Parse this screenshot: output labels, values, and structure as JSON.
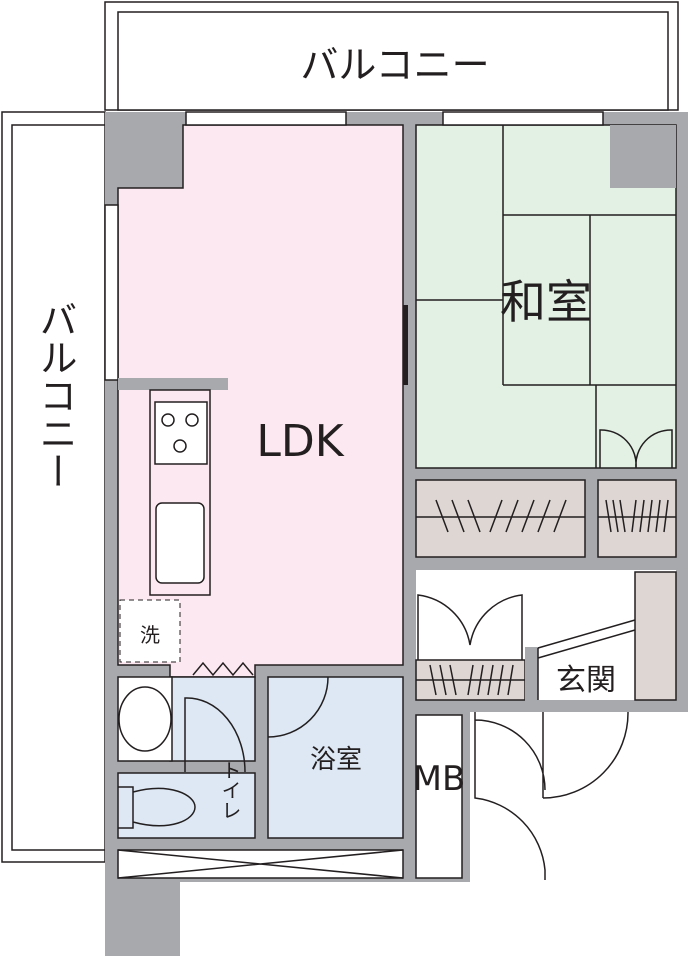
{
  "floor_plan": {
    "rooms": {
      "balcony_top": "バルコニー",
      "balcony_left": "バルコニー",
      "ldk": "LDK",
      "washitsu": "和室",
      "bathroom": "浴室",
      "toilet": "トイレ",
      "washer": "洗",
      "entrance": "玄関",
      "mb": "MB"
    },
    "colors": {
      "wall": "#a7a9ac",
      "ldk": "#fce8f0",
      "washitsu": "#e2f1e4",
      "storage": "#ddd6d3",
      "wet_area": "#dde8f4"
    }
  }
}
